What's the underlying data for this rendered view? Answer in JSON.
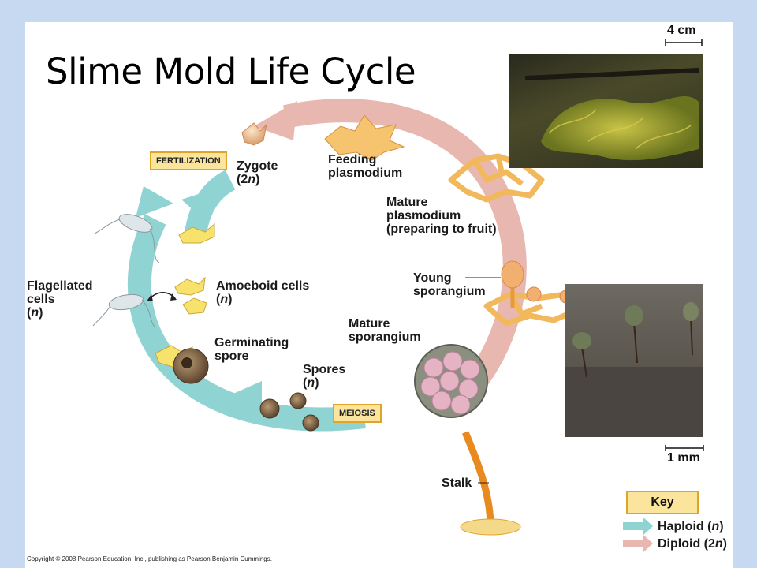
{
  "title": "Slime Mold Life Cycle",
  "scale_top": "4 cm",
  "scale_bottom": "1 mm",
  "labels": {
    "fertilization": "FERTILIZATION",
    "meiosis": "MEIOSIS",
    "zygote": "Zygote",
    "zygote_ploidy_open": "(2",
    "zygote_ploidy_n": "n",
    "zygote_ploidy_close": ")",
    "feeding_line1": "Feeding",
    "feeding_line2": "plasmodium",
    "mature_plasm_line1": "Mature",
    "mature_plasm_line2": "plasmodium",
    "mature_plasm_line3": "(preparing to fruit)",
    "young_spor_line1": "Young",
    "young_spor_line2": "sporangium",
    "mature_spor_line1": "Mature",
    "mature_spor_line2": "sporangium",
    "spores": "Spores",
    "spores_open": "(",
    "spores_n": "n",
    "spores_close": ")",
    "germinating_line1": "Germinating",
    "germinating_line2": "spore",
    "amoeboid": "Amoeboid cells",
    "amoeboid_open": "(",
    "amoeboid_n": "n",
    "amoeboid_close": ")",
    "flagellated_line1": "Flagellated",
    "flagellated_line2": "cells",
    "flagellated_open": "(",
    "flagellated_n": "n",
    "flagellated_close": ")",
    "stalk": "Stalk"
  },
  "key": {
    "title": "Key",
    "haploid": "Haploid (",
    "haploid_n": "n",
    "haploid_close": ")",
    "diploid": "Diploid (2",
    "diploid_n": "n",
    "diploid_close": ")"
  },
  "copyright": "Copyright © 2008 Pearson Education, Inc., publishing as Pearson Benjamin Cummings.",
  "colors": {
    "haploid": "#8fd3d3",
    "diploid": "#e8b8b0",
    "box_fill": "#fbe49b",
    "box_border": "#e0a42a",
    "plasmodium": "#f6c36e",
    "spore": "#8b6f4e",
    "background": "#c6d9f1"
  }
}
